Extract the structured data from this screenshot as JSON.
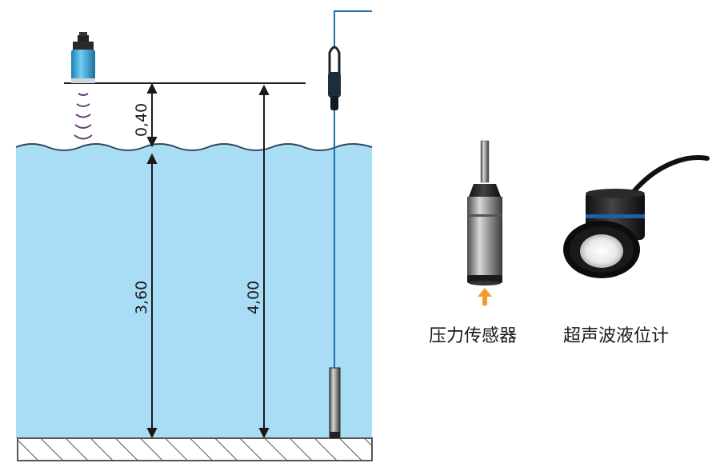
{
  "dimensions": {
    "air_gap": "0,40",
    "water_depth": "3,60",
    "total_depth": "4,00"
  },
  "captions": {
    "pressure_sensor": "压力传感器",
    "ultrasonic_level_meter": "超声波液位计"
  },
  "colors": {
    "water": "#a9dcf5",
    "water_surface": "#2c4a5e",
    "ground_hatch": "#555555",
    "ultrasonic_body": "#3ea6d8",
    "arrow": "#f39a2e",
    "cable": "#1f6fa8"
  },
  "icons": {
    "ultrasonic_sensor": "ultrasonic-level-sensor-icon",
    "pressure_sensor": "submersible-pressure-sensor-icon",
    "cable_clamp": "cable-clamp-icon"
  }
}
